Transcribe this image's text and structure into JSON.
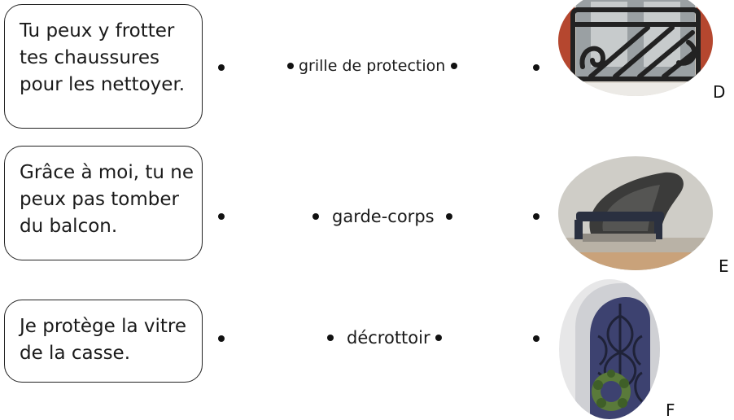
{
  "clues": [
    {
      "id": "clue-1",
      "text": "Tu peux y frotter\ntes chaussures\npour les nettoyer."
    },
    {
      "id": "clue-2",
      "text": "Grâce à moi, tu ne\npeux pas tomber\ndu balcon."
    },
    {
      "id": "clue-3",
      "text": "Je protège la vitre\nde la casse."
    }
  ],
  "words": [
    {
      "id": "word-1",
      "label": "grille de protection"
    },
    {
      "id": "word-2",
      "label": "garde-corps"
    },
    {
      "id": "word-3",
      "label": "décrottoir"
    }
  ],
  "photos": [
    {
      "id": "photo-d",
      "letter": "D",
      "depicts": "balcony-railing-photo"
    },
    {
      "id": "photo-e",
      "letter": "E",
      "depicts": "boot-scraper-photo"
    },
    {
      "id": "photo-f",
      "letter": "F",
      "depicts": "window-grille-photo"
    }
  ]
}
